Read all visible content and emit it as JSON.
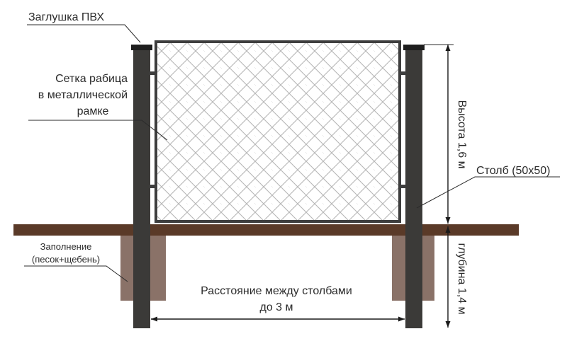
{
  "labels": {
    "cap": "Заглушка ПВХ",
    "mesh": [
      "Сетка рабица",
      "в металлической",
      "рамке"
    ],
    "post": "Столб (50х50)",
    "height": "Высота 1,6 м",
    "depth": "глубина 1,4 м",
    "fill": [
      "Заполнение",
      "(песок+щебень)"
    ],
    "distance": [
      "Расстояние между столбами",
      "до 3 м"
    ]
  },
  "colors": {
    "post": "#3b3a38",
    "cap": "#1e1e1e",
    "ground": "#5a3a28",
    "fill": "#8a7268",
    "frame": "#3e3e3e",
    "mesh": "#b9b9b9"
  }
}
